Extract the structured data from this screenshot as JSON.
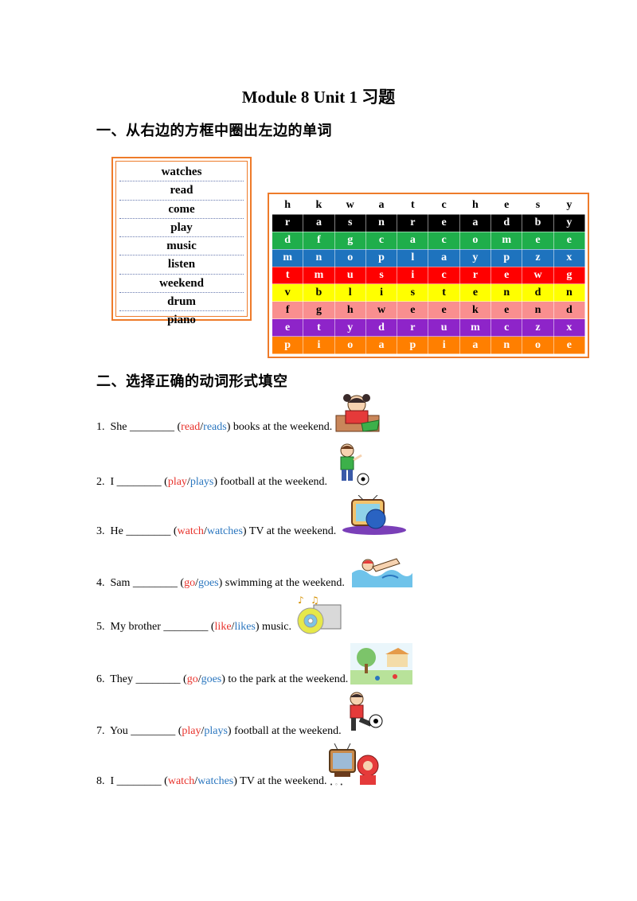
{
  "title": "Module 8 Unit 1 习题",
  "section1": {
    "heading": "一、从右边的方框中圈出左边的单词"
  },
  "words": [
    "watches",
    "read",
    "come",
    "play",
    "music",
    "listen",
    "weekend",
    "drum",
    "piano"
  ],
  "grid": [
    {
      "bg": "#ffffff",
      "fg": "#000000",
      "letters": [
        "h",
        "k",
        "w",
        "a",
        "t",
        "c",
        "h",
        "e",
        "s",
        "y"
      ]
    },
    {
      "bg": "#000000",
      "fg": "#ffffff",
      "letters": [
        "r",
        "a",
        "s",
        "n",
        "r",
        "e",
        "a",
        "d",
        "b",
        "y"
      ]
    },
    {
      "bg": "#1fae4b",
      "fg": "#ffffff",
      "letters": [
        "d",
        "f",
        "g",
        "c",
        "a",
        "c",
        "o",
        "m",
        "e",
        "e"
      ]
    },
    {
      "bg": "#1e73be",
      "fg": "#ffffff",
      "letters": [
        "m",
        "n",
        "o",
        "p",
        "l",
        "a",
        "y",
        "p",
        "z",
        "x"
      ]
    },
    {
      "bg": "#ff0000",
      "fg": "#ffffff",
      "letters": [
        "t",
        "m",
        "u",
        "s",
        "i",
        "c",
        "r",
        "e",
        "w",
        "g"
      ]
    },
    {
      "bg": "#ffff00",
      "fg": "#000000",
      "letters": [
        "v",
        "b",
        "l",
        "i",
        "s",
        "t",
        "e",
        "n",
        "d",
        "n"
      ]
    },
    {
      "bg": "#f98f8f",
      "fg": "#000000",
      "letters": [
        "f",
        "g",
        "h",
        "w",
        "e",
        "e",
        "k",
        "e",
        "n",
        "d"
      ]
    },
    {
      "bg": "#8e24c9",
      "fg": "#ffffff",
      "letters": [
        "e",
        "t",
        "y",
        "d",
        "r",
        "u",
        "m",
        "c",
        "z",
        "x"
      ]
    },
    {
      "bg": "#ff7f00",
      "fg": "#ffffff",
      "letters": [
        "p",
        "i",
        "o",
        "a",
        "p",
        "i",
        "a",
        "n",
        "o",
        "e"
      ]
    }
  ],
  "section2": {
    "heading": "二、选择正确的动词形式填空"
  },
  "exercises": [
    {
      "num": "1.",
      "pre": "She ________ (",
      "a": "read",
      "b": "reads",
      "post": ") books at the weekend.",
      "icon": "reading-girl-icon"
    },
    {
      "num": "2.",
      "pre": "I ________ (",
      "a": "play",
      "b": "plays",
      "post": ") football at the weekend.",
      "icon": "boy-football-icon"
    },
    {
      "num": "3.",
      "pre": "He ________ (",
      "a": "watch",
      "b": "watches",
      "post": ") TV at the weekend.",
      "icon": "tv-watching-icon"
    },
    {
      "num": "4.",
      "pre": "Sam ________ (",
      "a": "go",
      "b": "goes",
      "post": ") swimming at the weekend.",
      "icon": "swimming-icon"
    },
    {
      "num": "5.",
      "pre": "My brother ________ (",
      "a": "like",
      "b": "likes",
      "post": ") music.",
      "icon": "cd-music-icon"
    },
    {
      "num": "6.",
      "pre": "They ________ (",
      "a": "go",
      "b": "goes",
      "post": ") to the park at the weekend.",
      "icon": "park-icon"
    },
    {
      "num": "7.",
      "pre": "You ________ (",
      "a": "play",
      "b": "plays",
      "post": ") football at the weekend.",
      "icon": "kid-kicking-ball-icon"
    },
    {
      "num": "8.",
      "pre": "I ________ (",
      "a": "watch",
      "b": "watches",
      "post": ") TV at the weekend.",
      "icon": "tv-kid-icon"
    }
  ],
  "slash": "/",
  "colors": {
    "accent_orange": "#ee7b2a",
    "option_red": "#e8322b",
    "option_blue": "#2a76bf"
  }
}
